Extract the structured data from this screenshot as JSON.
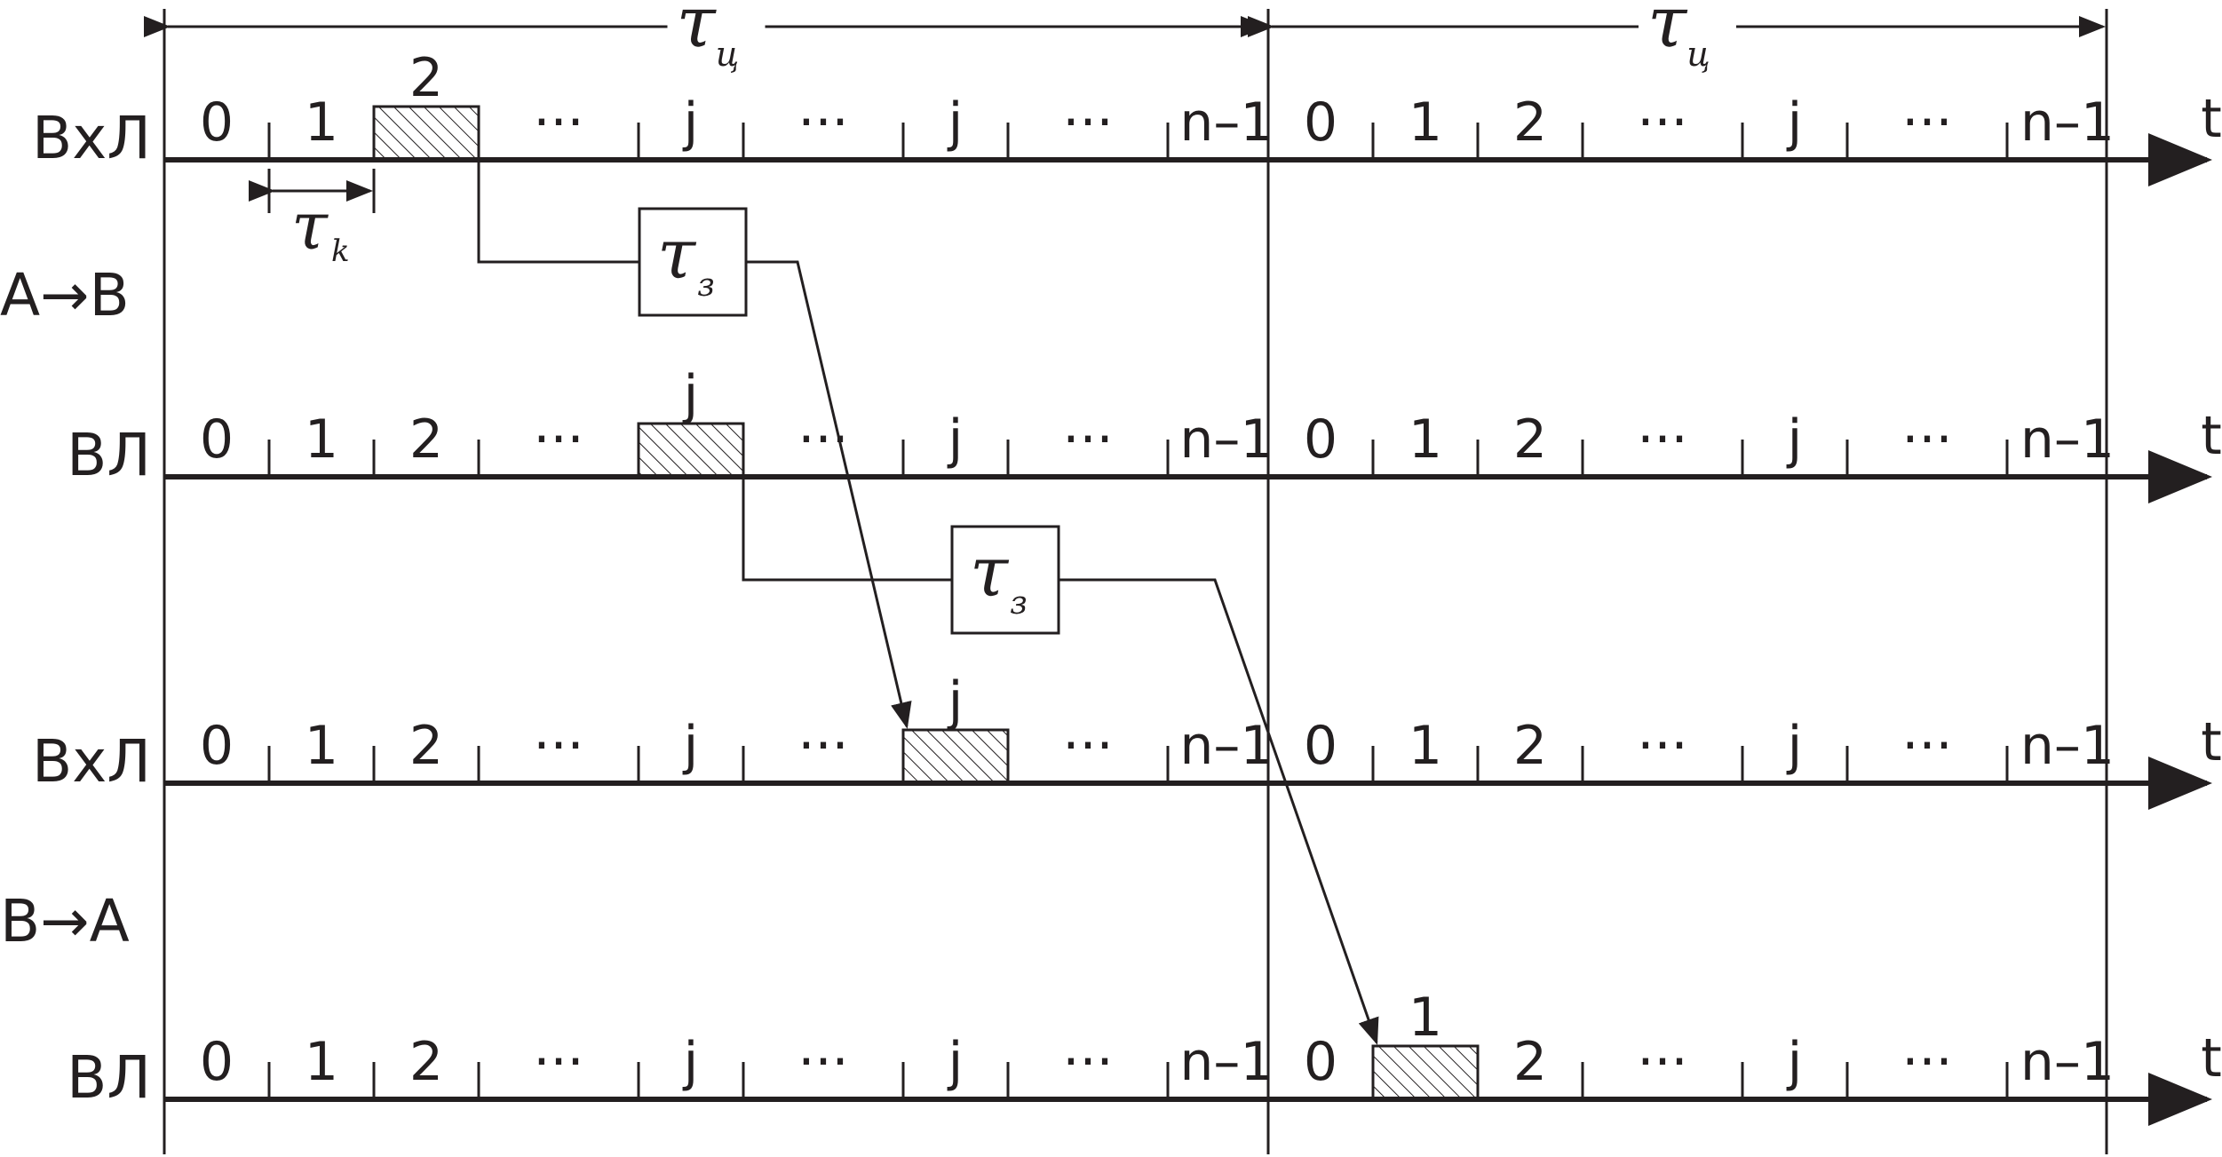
{
  "time_axis_label": "t",
  "frame_symbol": "τ",
  "frame_subscript": "ц",
  "slot_symbol": "τ",
  "slot_subscript": "k",
  "delay_symbol": "τ",
  "delay_subscript": "з",
  "group_labels": [
    "А→В",
    "В→А"
  ],
  "rows": [
    {
      "label": "ВхЛ",
      "frames": [
        [
          "0",
          "1",
          "2",
          "···",
          "j",
          "···",
          "j",
          "···",
          "n–1"
        ],
        [
          "0",
          "1",
          "2",
          "···",
          "j",
          "···",
          "n–1"
        ]
      ],
      "highlight": {
        "frame": 0,
        "slot": 2,
        "label": "2"
      }
    },
    {
      "label": "ВЛ",
      "frames": [
        [
          "0",
          "1",
          "2",
          "···",
          "j",
          "···",
          "j",
          "···",
          "n–1"
        ],
        [
          "0",
          "1",
          "2",
          "···",
          "j",
          "···",
          "n–1"
        ]
      ],
      "highlight": {
        "frame": 0,
        "slot": 4,
        "label": "j"
      }
    },
    {
      "label": "ВхЛ",
      "frames": [
        [
          "0",
          "1",
          "2",
          "···",
          "j",
          "···",
          "j",
          "···",
          "n–1"
        ],
        [
          "0",
          "1",
          "2",
          "···",
          "j",
          "···",
          "n–1"
        ]
      ],
      "highlight": {
        "frame": 0,
        "slot": 6,
        "label": "j"
      }
    },
    {
      "label": "ВЛ",
      "frames": [
        [
          "0",
          "1",
          "2",
          "···",
          "j",
          "···",
          "j",
          "···",
          "n–1"
        ],
        [
          "0",
          "1",
          "2",
          "···",
          "j",
          "···",
          "n–1"
        ]
      ],
      "highlight": {
        "frame": 1,
        "slot": 1,
        "label": "1"
      }
    }
  ]
}
